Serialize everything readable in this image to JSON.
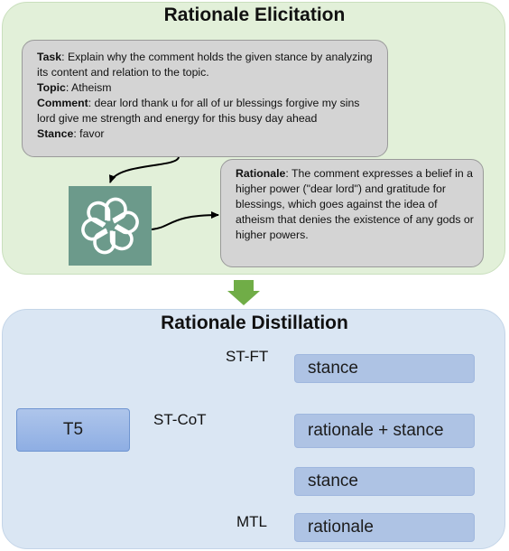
{
  "elicitation": {
    "title": "Rationale Elicitation",
    "prompt": {
      "task_label": "Task",
      "task_text": ": Explain why the comment holds the given stance by analyzing its content and relation to the topic.",
      "topic_label": "Topic",
      "topic_text": ": Atheism",
      "comment_label": "Comment",
      "comment_text": ": dear lord thank u for all of ur blessings forgive my sins lord give me strength and energy for this busy day ahead",
      "stance_label": "Stance",
      "stance_text": ": favor"
    },
    "response": {
      "rationale_label": "Rationale",
      "rationale_text": ": The comment expresses a belief in a higher power (\"dear lord\") and gratitude for blessings, which goes against the idea of atheism that denies the existence of any gods or higher powers."
    },
    "logo_icon": "openai-logo-icon"
  },
  "distillation": {
    "title": "Rationale Distillation",
    "source": "T5",
    "edges": {
      "st_ft": "ST-FT",
      "st_cot": "ST-CoT",
      "mtl": "MTL"
    },
    "targets": {
      "st_ft_stance": "stance",
      "st_cot_output": "rationale + stance",
      "mtl_stance": "stance",
      "mtl_rationale": "rationale"
    }
  },
  "colors": {
    "top_panel": "#e2f0d9",
    "bottom_panel": "#dae6f3",
    "logo_bg": "#6c9a8b",
    "down_arrow": "#70ad47",
    "target_box": "#aec3e4"
  }
}
